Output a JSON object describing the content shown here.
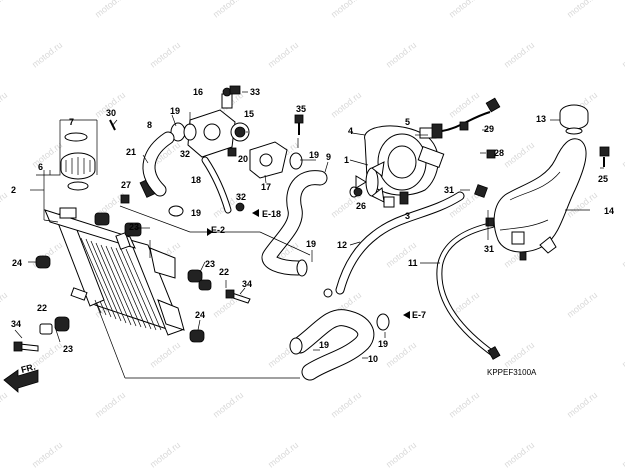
{
  "watermark": "motod.ru",
  "diagram_code": "KPPEF3100A",
  "front_label": "FR.",
  "refs": [
    "E-18",
    "E-2",
    "E-7"
  ],
  "callouts": [
    "1",
    "2",
    "3",
    "4",
    "5",
    "6",
    "7",
    "8",
    "9",
    "10",
    "11",
    "12",
    "13",
    "14",
    "15",
    "16",
    "17",
    "18",
    "19",
    "20",
    "21",
    "22",
    "23",
    "24",
    "25",
    "26",
    "27",
    "28",
    "29",
    "30",
    "31",
    "32",
    "33",
    "34",
    "35"
  ]
}
